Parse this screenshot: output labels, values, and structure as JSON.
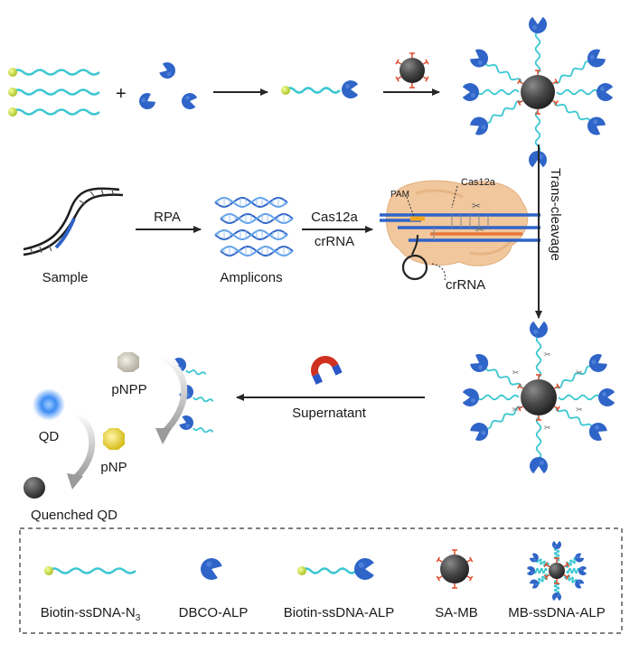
{
  "labels": {
    "plus": "+",
    "rpa": "RPA",
    "sample": "Sample",
    "amplicons": "Amplicons",
    "cas12a_reagent": "Cas12a",
    "crrna_reagent": "crRNA",
    "pam": "PAM",
    "cas12a_protein": "Cas12a",
    "crrna_strand": "crRNA",
    "trans_cleavage": "Trans-cleavage",
    "supernatant": "Supernatant",
    "pnpp": "pNPP",
    "pnp": "pNP",
    "qd": "QD",
    "quenched_qd": "Quenched QD"
  },
  "legend": {
    "items": [
      {
        "label": "Biotin-ssDNA-N",
        "sub": "3"
      },
      {
        "label": "DBCO-ALP"
      },
      {
        "label": "Biotin-ssDNA-ALP"
      },
      {
        "label": "SA-MB"
      },
      {
        "label": "MB-ssDNA-ALP"
      }
    ]
  },
  "colors": {
    "alp_blue": "#2f64c8",
    "ssdna_cyan": "#3cc7d2",
    "biotin_green": "#c8dc3a",
    "bead_gray": "#4a4a4a",
    "sa_red": "#e04a2a",
    "cas12a_tan": "#f1c79d",
    "qd_blue": "#3d8cf5",
    "pnp_yellow": "#e8d03a",
    "arrow": "#262626"
  }
}
